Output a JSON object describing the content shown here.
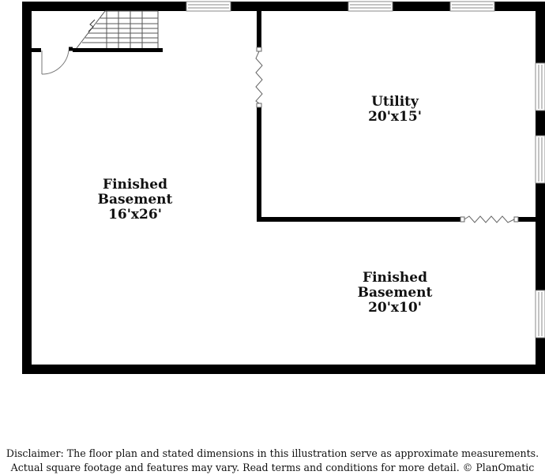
{
  "rooms": [
    {
      "name_line1": "Finished",
      "name_line2": "Basement",
      "dims": "16'x26'"
    },
    {
      "name_line1": "Utility",
      "name_line2": "",
      "dims": "20'x15'"
    },
    {
      "name_line1": "Finished",
      "name_line2": "Basement",
      "dims": "20'x10'"
    }
  ],
  "disclaimer": {
    "line1": "Disclaimer: The floor plan and stated dimensions in this illustration serve as approximate measurements.",
    "line2": "Actual square footage and features may vary. Read terms and conditions for more detail. © PlanOmatic"
  },
  "colors": {
    "wall": "#000000",
    "background": "#ffffff",
    "window_frame": "#888888",
    "text": "#111111"
  },
  "icons": [
    "stairs-icon",
    "door-swing-icon",
    "bifold-door-icon",
    "window-icon"
  ]
}
